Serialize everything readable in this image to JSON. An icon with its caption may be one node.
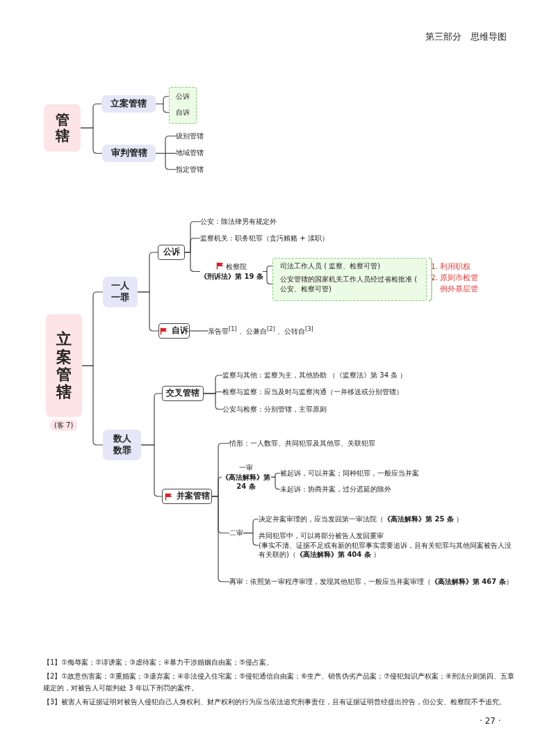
{
  "diagram": {
    "nodes": [
      {
        "text": [
          "管辖"
        ]
      },
      {
        "text": [
          "立案管辖"
        ]
      },
      {
        "text": [
          "审判管辖"
        ]
      },
      {
        "text": [],
        "shape": "box"
      },
      {
        "text": [
          "公诉"
        ],
        "in": 3
      },
      {
        "text": [
          "自诉"
        ],
        "in": 3
      },
      {
        "text": [
          "级别管辖"
        ]
      },
      {
        "text": [
          "地域管辖"
        ]
      },
      {
        "text": [
          "指定管辖"
        ]
      },
      {
        "text": [
          "立案管辖"
        ],
        "beside": [
          "(客 7)"
        ]
      },
      {
        "text": [
          "一人一罪"
        ]
      },
      {
        "text": [
          "公诉"
        ]
      },
      {
        "text": [
          "公安：除法律另有规定外"
        ]
      },
      {
        "text": [
          "监察机关：职务犯罪（贪污贿赂 + 渎职）"
        ]
      },
      {
        "text": [
          "检察院",
          "《刑诉法》第 19 条"
        ]
      },
      {
        "text": [],
        "shape": "box",
        "beside": [
          "1. 利用职权",
          "2. 原则市检管例外基层管"
        ]
      },
      {
        "text": [
          "司法工作人员 ( 监察、检察可管)"
        ],
        "in": 15
      },
      {
        "text": [
          "公安管辖的国家机关工作人员经过省检批准 ( 公安、检察可管)"
        ],
        "in": 15
      },
      {
        "text": [
          "自诉"
        ]
      },
      {
        "text": [
          "亲告罪$^{[1]}$ 、公兼自$^{[2]}$ 、公转自$^{[3]}$"
        ]
      },
      {
        "text": [
          "数人数罪"
        ]
      },
      {
        "text": [
          "交叉管辖"
        ]
      },
      {
        "text": [
          "监察与其他：监察为主，其他协助 （《监察法》第 34 条 ）"
        ]
      },
      {
        "text": [
          "检察与监察：应当及时与监察沟通（一并移送或分别管辖）"
        ]
      },
      {
        "text": [
          "公安与检察：分别管辖，主罪原则"
        ]
      },
      {
        "text": [
          "并案管辖"
        ]
      },
      {
        "text": [
          "情形：一人数罪、共同犯罪及其他罪、关联犯罪"
        ]
      },
      {
        "text": [
          "一审",
          "《高法解释》第 24 条"
        ]
      },
      {
        "text": [
          "被起诉，可以并案；同种犯罪，一般应当并案"
        ]
      },
      {
        "text": [
          "未起诉：协商并案，过分迟延的除外"
        ]
      },
      {
        "text": [
          "二审"
        ]
      },
      {
        "text": [
          "决定并案审理的，应当发回第一审法院（**《高法解释》第 25 条** ）"
        ]
      },
      {
        "text": [
          "共同犯罪中，可以将部分被告人发回重审",
          "(事实不清、证据不足或有新的犯罪事实需要追诉，且有关犯罪与其他同案被告人没有关联的)（**《高法解释》第 404 条** ）"
        ]
      },
      {
        "text": [
          "再审 : 依照第一审程序审理，发现其他犯罪，一般应当并案审理（**《高法解释》第 467 条**）"
        ]
      }
    ],
    "edges": [
      {
        "from": 0,
        "to": 1,
        "arrow": "none"
      },
      {
        "from": 0,
        "to": 2,
        "arrow": "none"
      },
      {
        "from": 1,
        "to": 4,
        "arrow": "none"
      },
      {
        "from": 1,
        "to": 5,
        "arrow": "none"
      },
      {
        "from": 2,
        "to": 6,
        "arrow": "none"
      },
      {
        "from": 2,
        "to": 7,
        "arrow": "none"
      },
      {
        "from": 2,
        "to": 8,
        "arrow": "none"
      },
      {
        "from": 9,
        "to": 10,
        "arrow": "none"
      },
      {
        "from": 9,
        "to": 20,
        "arrow": "none"
      },
      {
        "from": 10,
        "to": 11,
        "arrow": "none"
      },
      {
        "from": 10,
        "to": 18,
        "arrow": "none"
      },
      {
        "from": 11,
        "to": 12,
        "arrow": "none"
      },
      {
        "from": 11,
        "to": 13,
        "arrow": "none"
      },
      {
        "from": 11,
        "to": 14,
        "arrow": "none"
      },
      {
        "from": 14,
        "to": 16,
        "arrow": "none"
      },
      {
        "from": 14,
        "to": 17,
        "arrow": "none"
      },
      {
        "from": 18,
        "to": 19,
        "arrow": "none"
      },
      {
        "from": 20,
        "to": 21,
        "arrow": "none"
      },
      {
        "from": 20,
        "to": 25,
        "arrow": "none"
      },
      {
        "from": 21,
        "to": 22,
        "arrow": "none"
      },
      {
        "from": 21,
        "to": 23,
        "arrow": "none"
      },
      {
        "from": 21,
        "to": 24,
        "arrow": "none"
      },
      {
        "from": 25,
        "to": 26,
        "arrow": "none"
      },
      {
        "from": 25,
        "to": 27,
        "arrow": "none"
      },
      {
        "from": 25,
        "to": 30,
        "arrow": "none"
      },
      {
        "from": 25,
        "to": 33,
        "arrow": "none"
      },
      {
        "from": 27,
        "to": 28,
        "arrow": "none"
      },
      {
        "from": 27,
        "to": 29,
        "arrow": "none"
      },
      {
        "from": 30,
        "to": 31,
        "arrow": "none"
      },
      {
        "from": 30,
        "to": 32,
        "arrow": "none"
      }
    ],
    "labels": [
      "第三部分　思维导图",
      "【1】①侮辱案；②诽谤案；③虐待案；④暴力干涉婚姻自由案；⑤侵占案。",
      "【2】①故意伤害案；②重婚案；③遗弃案；④非法侵入住宅案；⑤侵犯通信自由案；⑥生产、销售伪劣产品案；⑦侵犯知识产权案；⑧刑法分则第四、五章规定的，对被告人可能判处 3 年以下刑罚的案件。",
      "【3】被害人有证据证明对被告人侵犯自己人身权利、财产权利的行为应当依法追究刑事责任，且有证据证明曾经提出控告，但公安、检察院不予追究。",
      "· 27 ·"
    ]
  }
}
